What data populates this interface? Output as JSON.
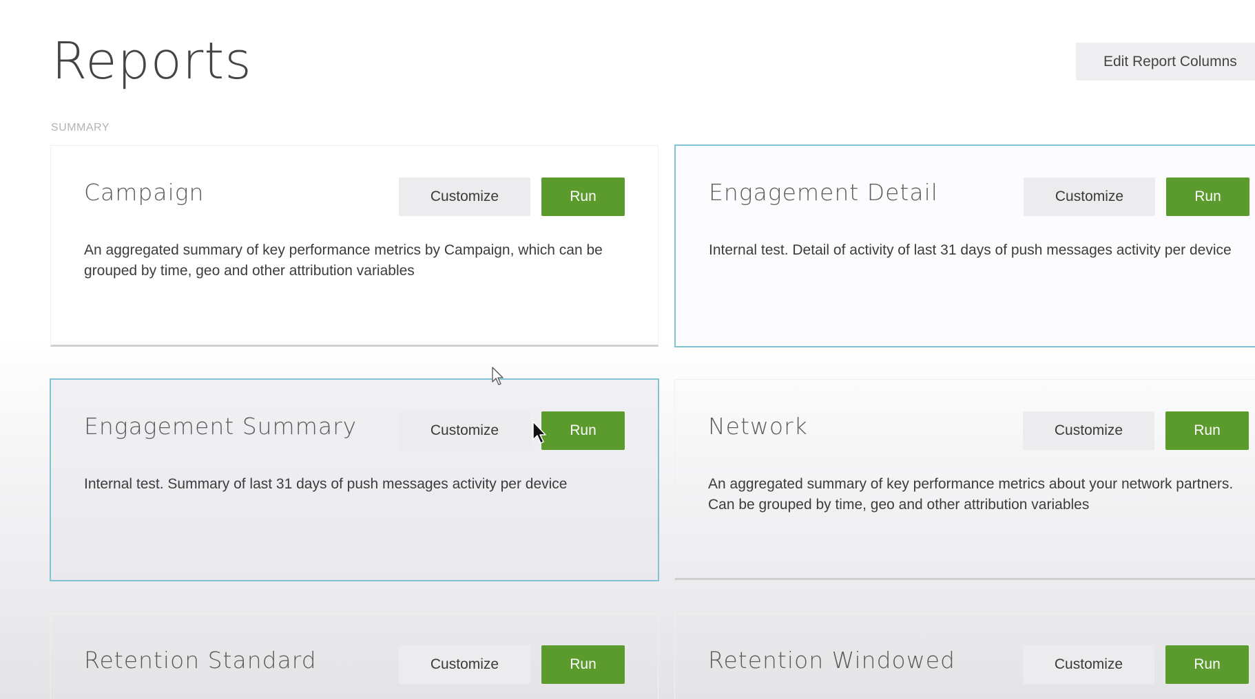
{
  "page": {
    "title": "Reports",
    "edit_columns_label": "Edit Report Columns",
    "section_label": "SUMMARY"
  },
  "colors": {
    "run_button": "#5b9a2c",
    "customize_button": "#ececee",
    "highlight_border": "#7fc3d4"
  },
  "icons": {
    "cursor_main": "mouse-pointer-icon",
    "cursor_ghost": "mouse-pointer-outline-icon"
  },
  "cards": [
    {
      "title": "Campaign",
      "description": "An aggregated summary of key performance metrics by Campaign, which can be grouped by time, geo and other attribution variables",
      "customize_label": "Customize",
      "run_label": "Run"
    },
    {
      "title": "Engagement Detail",
      "description": "Internal test. Detail of activity of last 31 days of push messages activity per device",
      "customize_label": "Customize",
      "run_label": "Run"
    },
    {
      "title": "Engagement Summary",
      "description": "Internal test. Summary of last 31 days of push messages activity per device",
      "customize_label": "Customize",
      "run_label": "Run"
    },
    {
      "title": "Network",
      "description": "An aggregated summary of key performance metrics about your network partners. Can be grouped by time, geo and other attribution variables",
      "customize_label": "Customize",
      "run_label": "Run"
    },
    {
      "title": "Retention Standard",
      "description": "",
      "customize_label": "Customize",
      "run_label": "Run"
    },
    {
      "title": "Retention Windowed",
      "description": "",
      "customize_label": "Customize",
      "run_label": "Run"
    }
  ]
}
